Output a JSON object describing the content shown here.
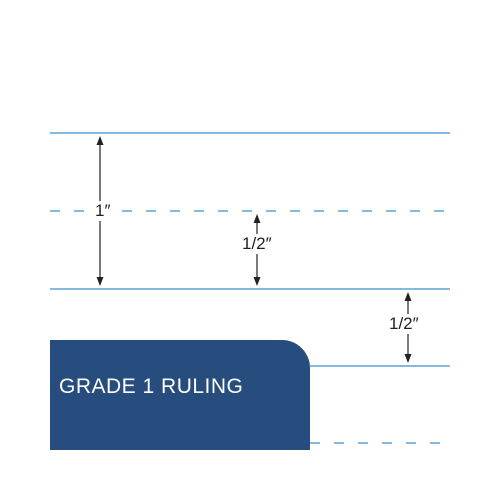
{
  "colors": {
    "rule_line": "#3a8fd1",
    "dashed_line": "#3a8fd1",
    "arrow": "#222222",
    "banner_bg": "#264d7e",
    "banner_text": "#ffffff"
  },
  "measurements": {
    "full_rule": "1″",
    "half_rule_a": "1/2″",
    "half_rule_b": "1/2″"
  },
  "banner": {
    "title": "GRADE 1 RULING"
  }
}
